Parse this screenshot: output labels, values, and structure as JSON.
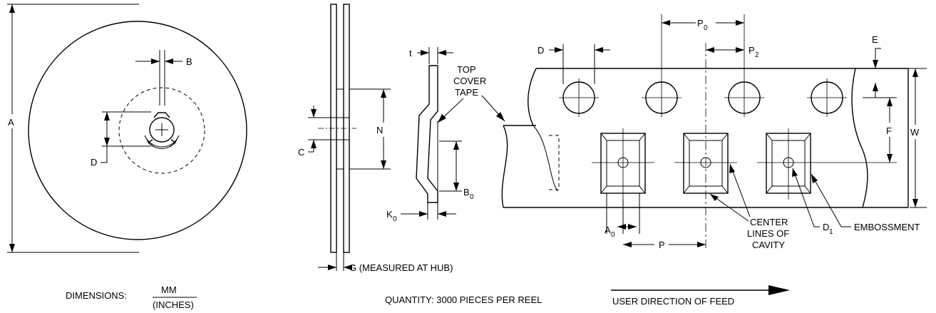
{
  "labels": {
    "A": "A",
    "B": "B",
    "D": "D",
    "C": "C",
    "N": "N",
    "t": "t",
    "top_cover_tape": [
      "TOP",
      "COVER",
      "TAPE"
    ],
    "B0": "B",
    "B0_sub": "0",
    "K0": "K",
    "K0_sub": "0",
    "G": "G (MEASURED AT HUB)",
    "D_tape": "D",
    "P0": "P",
    "P0_sub": "0",
    "P2": "P",
    "P2_sub": "2",
    "E": "E",
    "F": "F",
    "W": "W",
    "A0": "A",
    "A0_sub": "0",
    "P": "P",
    "center_lines": [
      "CENTER",
      "LINES OF",
      "CAVITY"
    ],
    "D1": "D",
    "D1_sub": "1",
    "embossment": "EMBOSSMENT"
  },
  "footer": {
    "dimensions_label": "DIMENSIONS:",
    "unit_top": "MM",
    "unit_bottom": "(INCHES)",
    "quantity": "QUANTITY: 3000 PIECES PER REEL",
    "feed": "USER DIRECTION OF FEED"
  }
}
